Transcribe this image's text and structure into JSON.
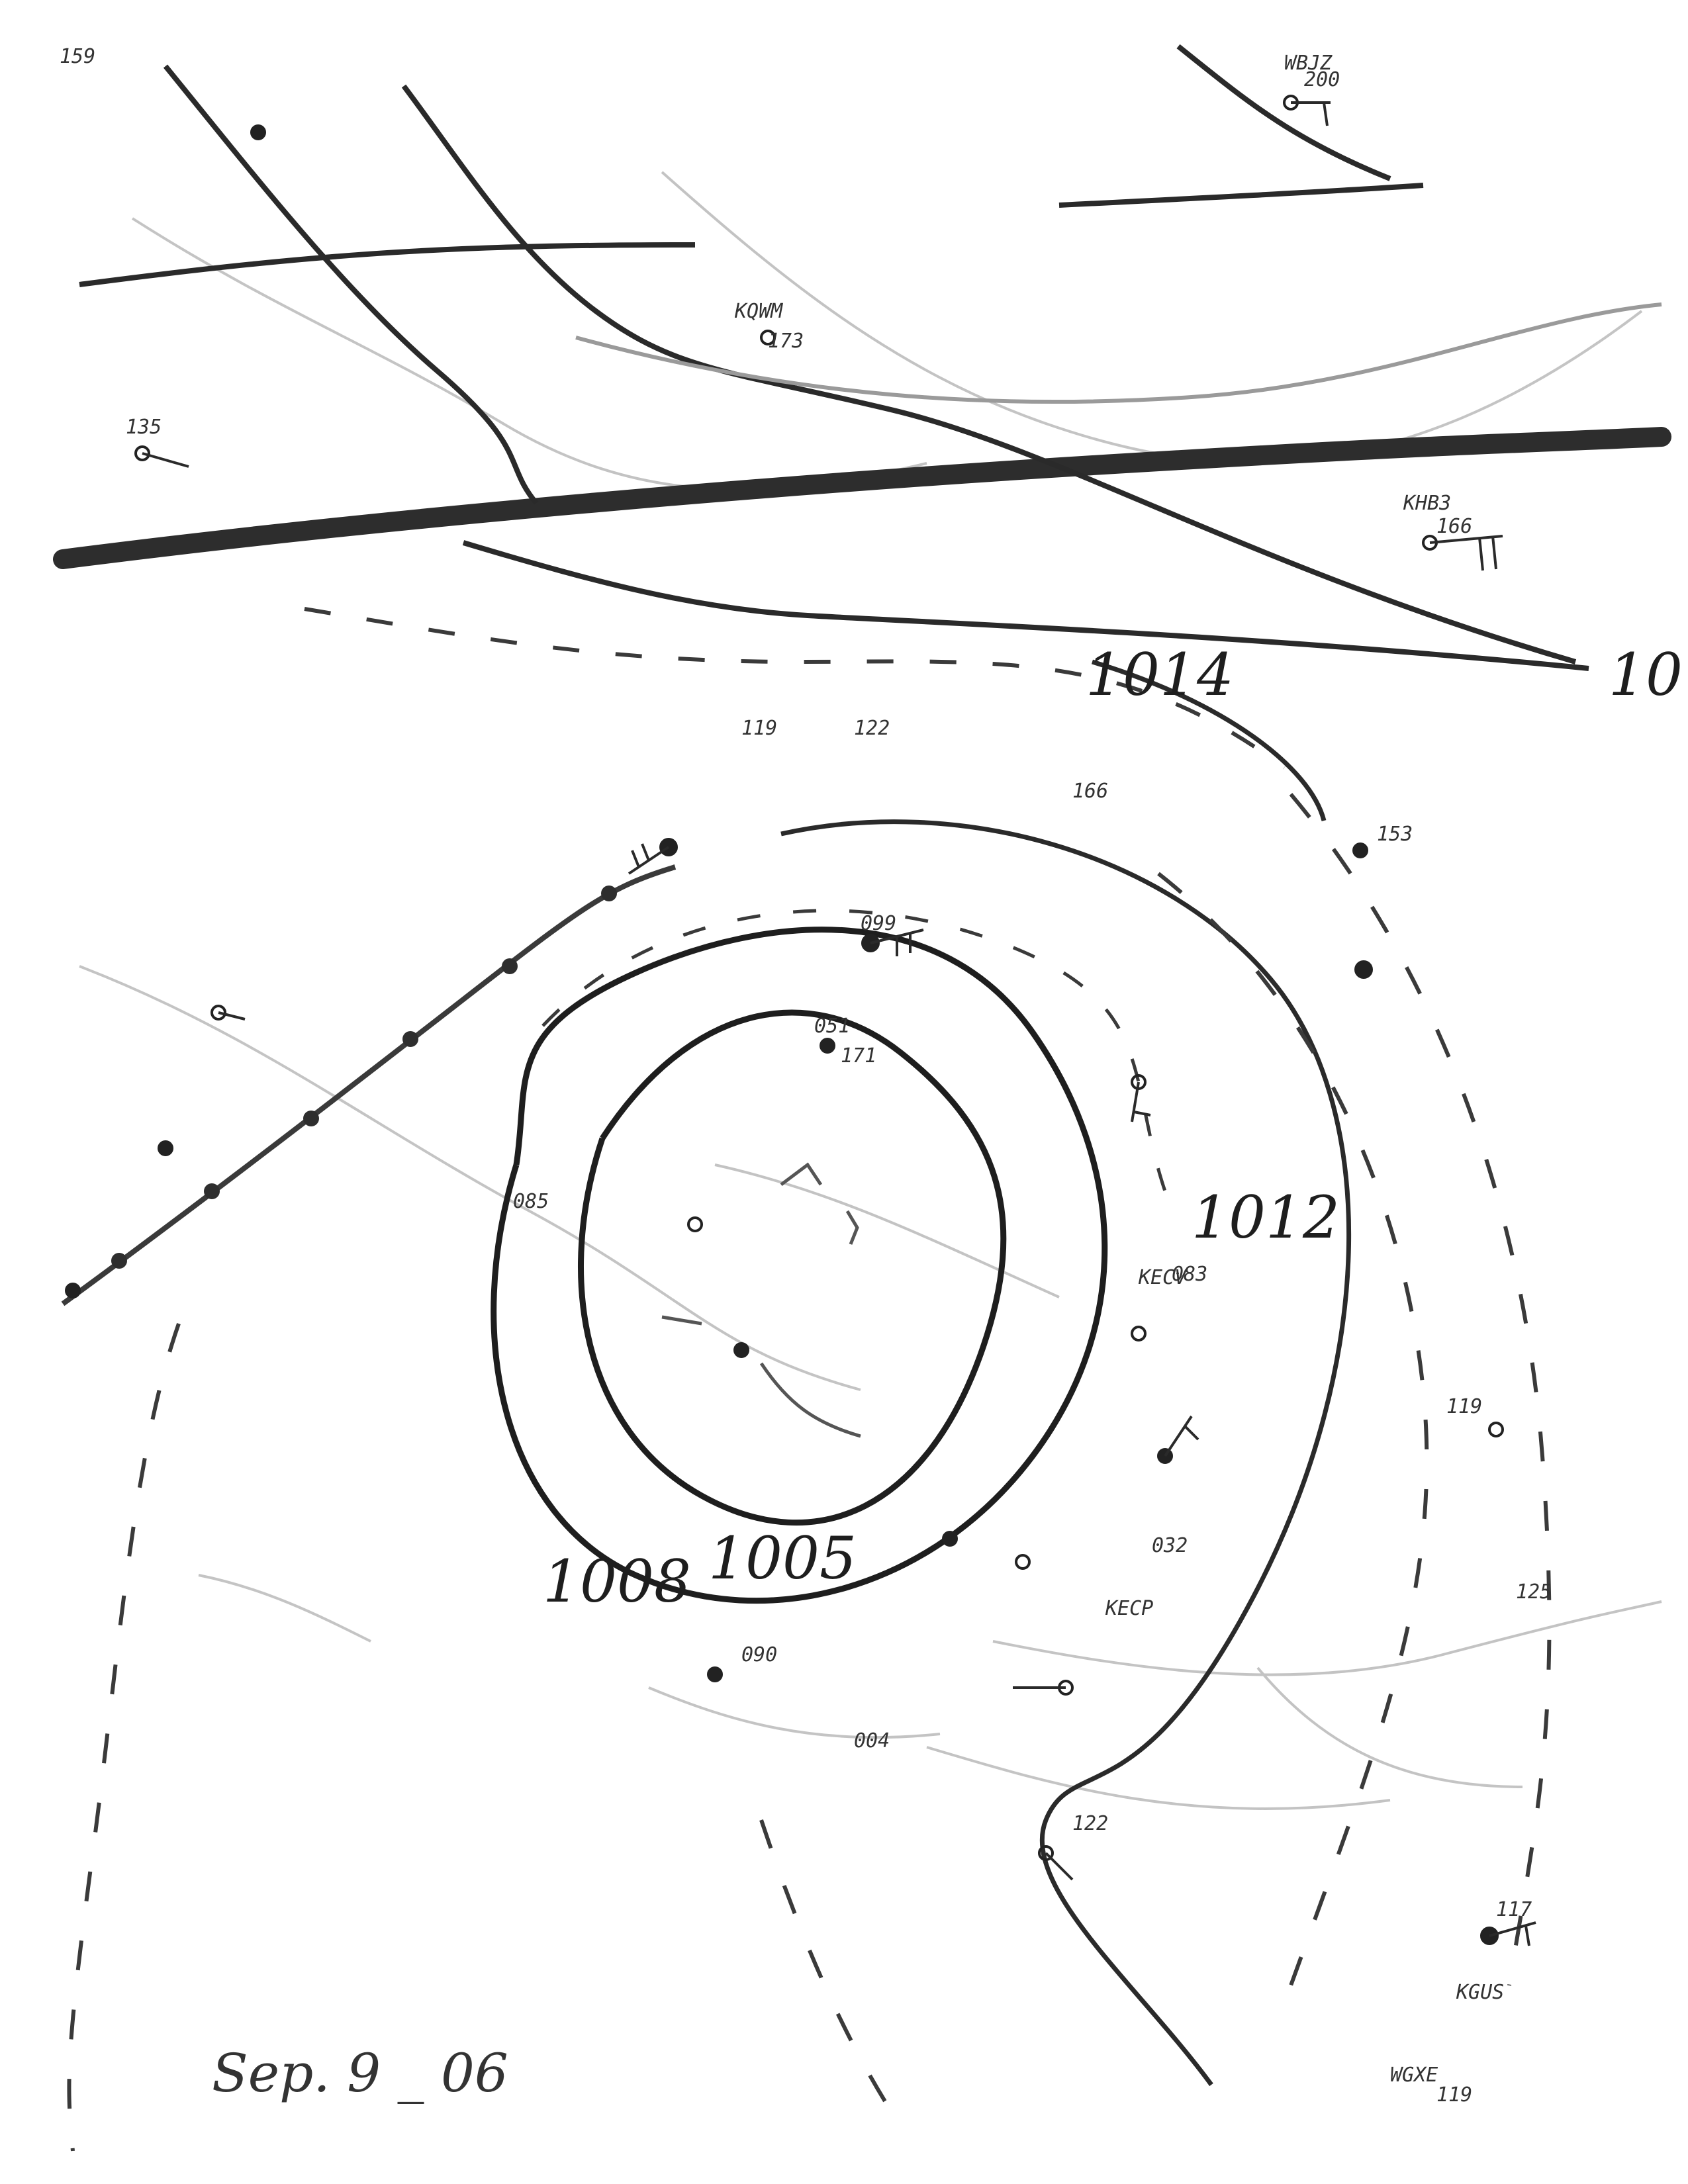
{
  "date_label": "Sep. 9 _ 06",
  "isobars": {
    "inner": "1005",
    "middle": "1008",
    "outer_left": "1014",
    "outer_right": "1012",
    "edge": "10"
  },
  "station_ids": [
    "WBJZ",
    "KQWM",
    "KHB3",
    "KECP",
    "KGUS",
    "WGXE",
    "KECV"
  ],
  "station_values": {
    "topleft_1": "159",
    "topleft_2": "135",
    "upper_mid": "173",
    "upper_right": "200",
    "right_1": "166",
    "right_2": "153",
    "ring_n": "099",
    "ring_n2": "051",
    "ring_n3": "171",
    "east": "083",
    "southeast": "032",
    "south_1": "122",
    "south_2": "090",
    "south_3": "004",
    "far_right": "119",
    "far_right_2": "125",
    "bottom_right": "117",
    "bottom_right_2": "119",
    "west": "085",
    "north_band": "119",
    "north_band_2": "122",
    "mid_right": "166"
  },
  "colors": {
    "ink": "#1e1e1e",
    "front": "#3a3a3a",
    "faint": "#9a9a9a",
    "paper": "#ffffff"
  }
}
